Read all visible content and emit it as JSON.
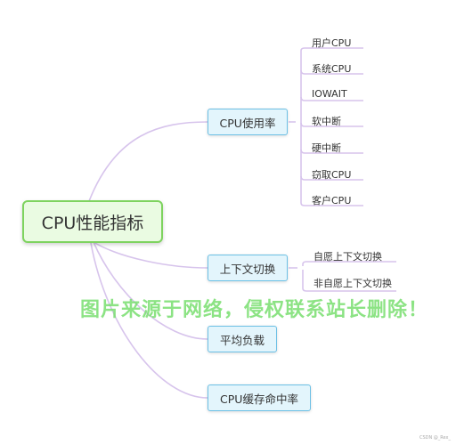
{
  "diagram": {
    "root": {
      "label": "CPU性能指标"
    },
    "branches": [
      {
        "id": "usage",
        "label": "CPU使用率",
        "children": [
          "用户CPU",
          "系统CPU",
          "IOWAIT",
          "软中断",
          "硬中断",
          "窃取CPU",
          "客户CPU"
        ]
      },
      {
        "id": "context",
        "label": "上下文切换",
        "children": [
          "自愿上下文切换",
          "非自愿上下文切换"
        ]
      },
      {
        "id": "load",
        "label": "平均负载",
        "children": []
      },
      {
        "id": "cache",
        "label": "CPU缓存命中率",
        "children": []
      }
    ]
  },
  "colors": {
    "root_border": "#7ed35f",
    "root_fill": "#eafbe2",
    "branch_border": "#6cc0e5",
    "branch_fill": "#e3f5fc",
    "connector": "#d7c4ec",
    "watermark": "#78de6e"
  },
  "watermark": {
    "text": "图片来源于网络，侵权联系站长删除！"
  },
  "credit": {
    "text": "CSDN @_Rex_"
  }
}
